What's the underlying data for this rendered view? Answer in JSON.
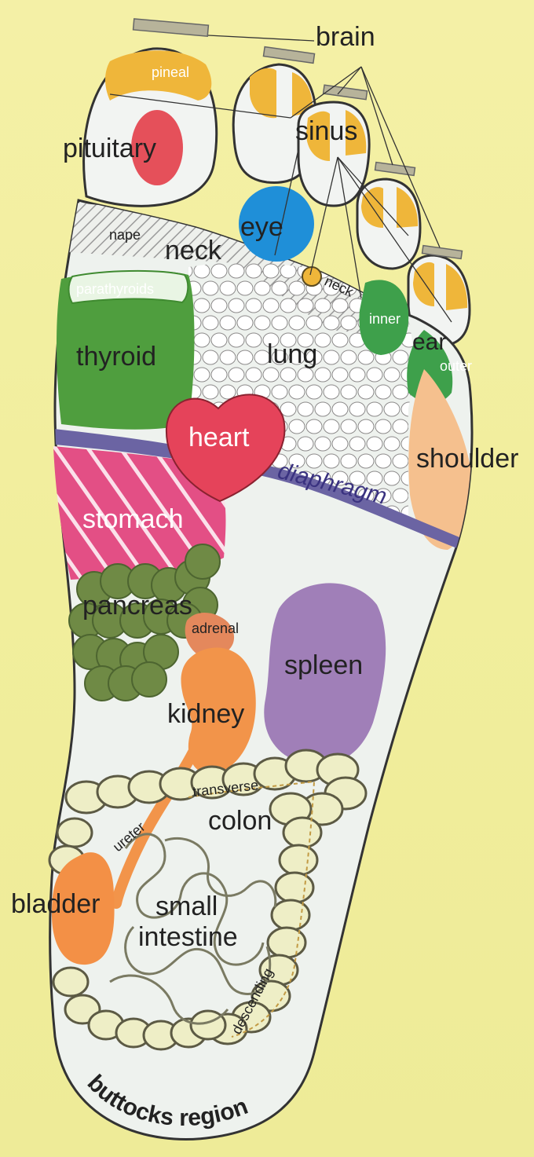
{
  "labels": {
    "brain": "brain",
    "pineal": "pineal",
    "pituitary": "pituitary",
    "sinus": "sinus",
    "eye": "eye",
    "nape": "nape",
    "neck": "neck",
    "neck_small": "neck",
    "parathyroids": "parathyroids",
    "thyroid": "thyroid",
    "lung": "lung",
    "inner": "inner",
    "ear": "ear",
    "outer": "outer",
    "heart": "heart",
    "diaphragm": "diaphragm",
    "shoulder": "shoulder",
    "stomach": "stomach",
    "pancreas": "pancreas",
    "adrenal": "adrenal",
    "spleen": "spleen",
    "kidney": "kidney",
    "transverse": "transverse",
    "colon": "colon",
    "ureter": "ureter",
    "bladder": "bladder",
    "small": "small",
    "intestine": "intestine",
    "descending": "descending",
    "buttocks_region": "buttocks region"
  },
  "colors": {
    "background": "#f3efa2",
    "foot_fill": "#eef2ee",
    "outline": "#333333",
    "yellow": "#efb63a",
    "pituitary": "#e5505a",
    "eye": "#1f8fd8",
    "thyroid": "#4f9e3e",
    "heart": "#e5435a",
    "stomach": "#e34f85",
    "diaphragm": "#6b64a3",
    "shoulder": "#f5c08e",
    "pancreas": "#6f8a45",
    "spleen": "#a07fb8",
    "kidney": "#f2944a",
    "bladder": "#f39046",
    "intestine": "#eeeec6"
  }
}
